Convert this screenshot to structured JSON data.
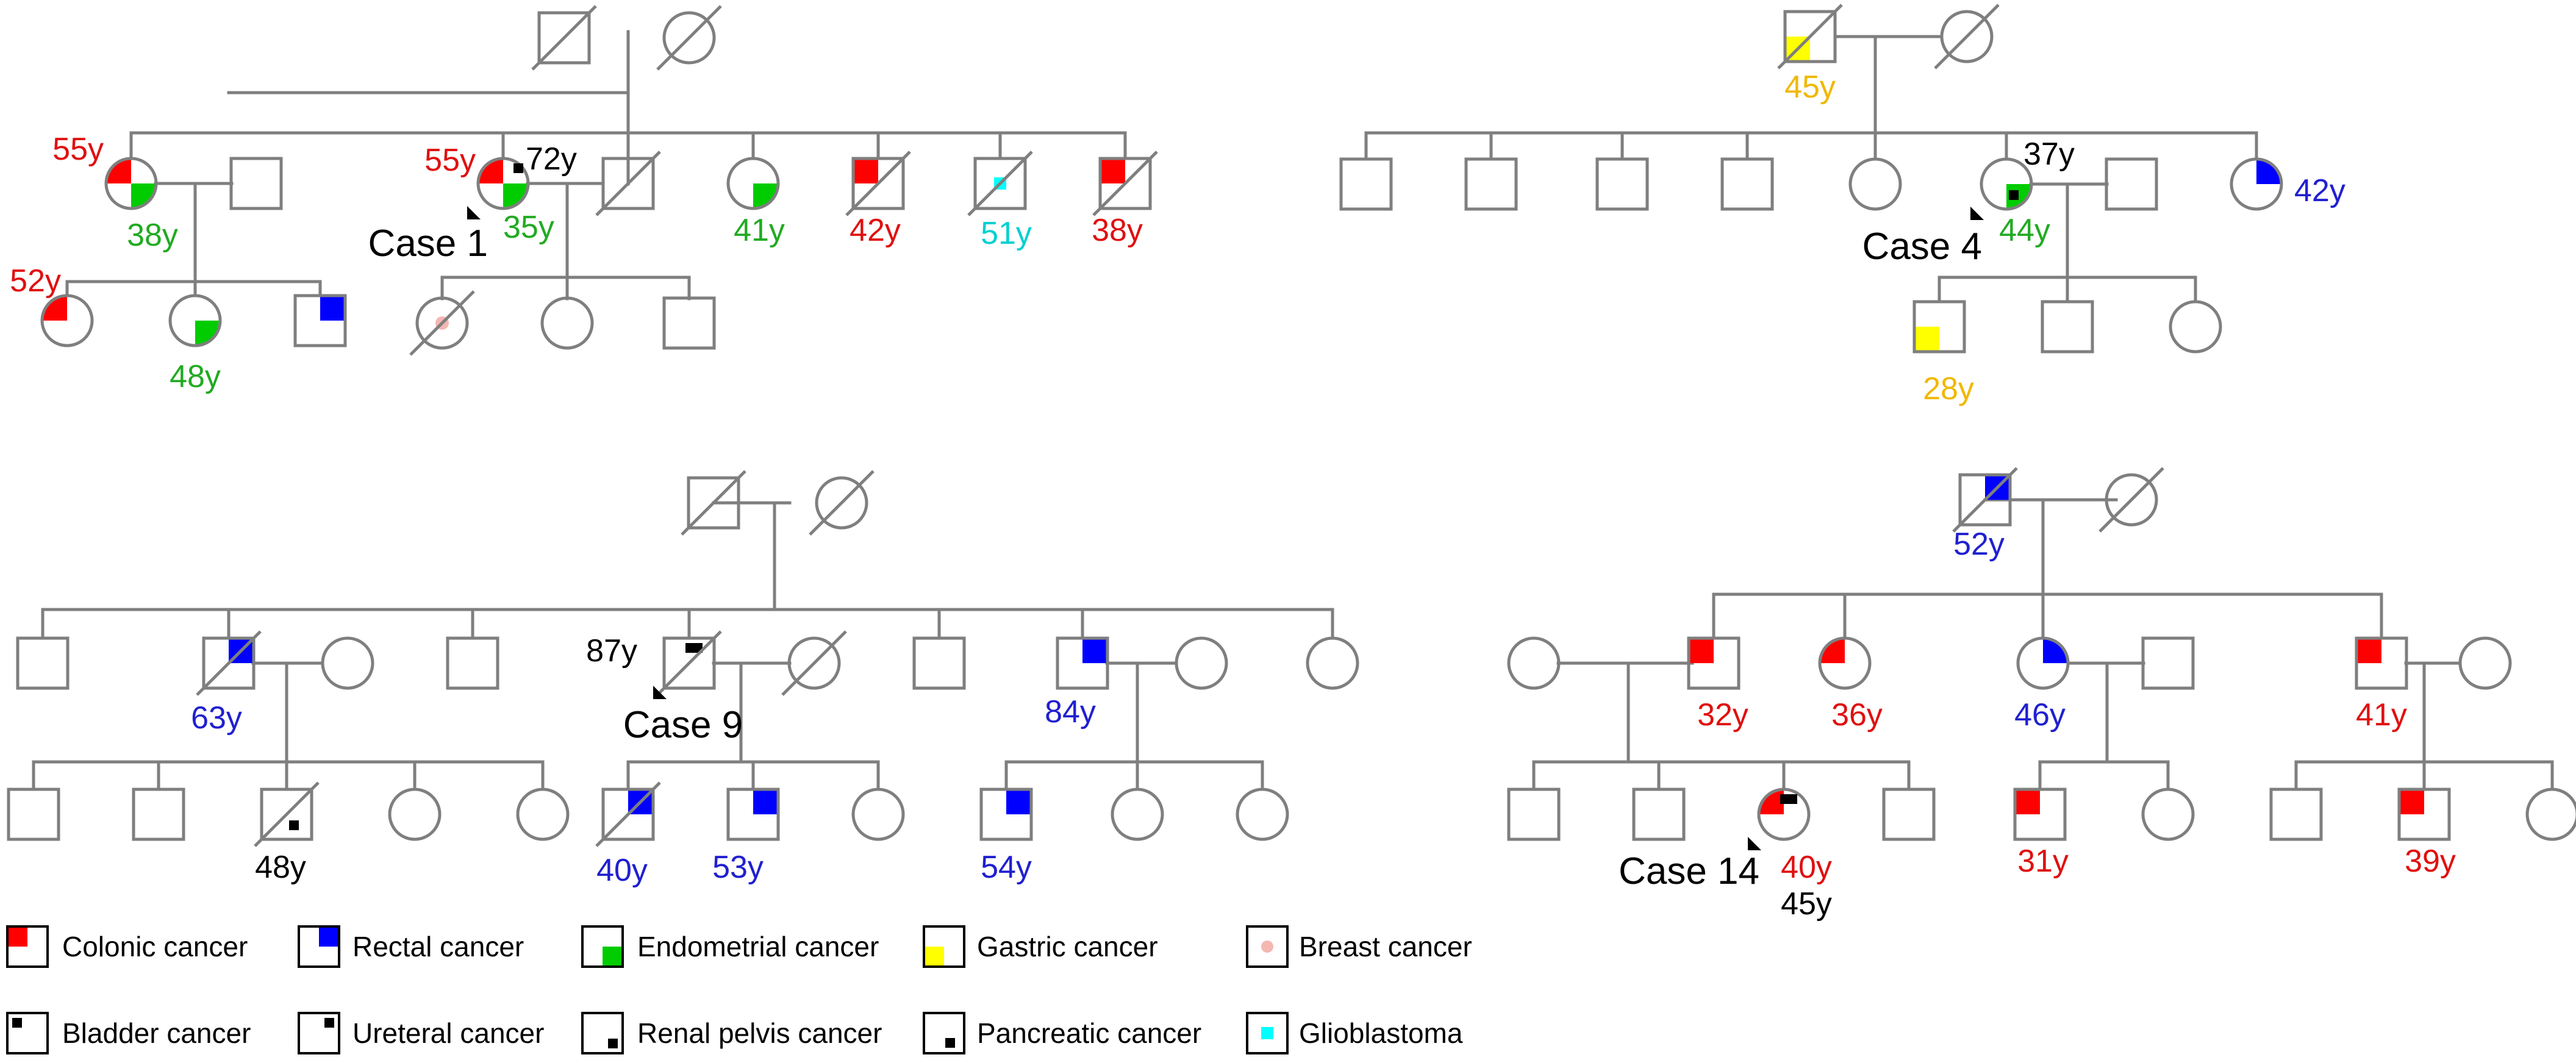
{
  "colors": {
    "line": "#7f7f7f",
    "colonic": "#ff0000",
    "rectal": "#0000ff",
    "endometrial": "#00cc00",
    "gastric": "#ffff00",
    "breast": "#f4b7b2",
    "black": "#000000",
    "glioblastoma": "#00ffff",
    "label_colonic": "#e01010",
    "label_rectal": "#2020d0",
    "label_endometrial": "#22aa22",
    "label_gastric": "#f0b800",
    "label_glioblastoma": "#00d0d0",
    "label_black": "#000000"
  },
  "cases": {
    "case1": "Case 1",
    "case4": "Case 4",
    "case9": "Case 9",
    "case14": "Case 14"
  },
  "ages": {
    "f1_mother_colonic": "55y",
    "f1_mother_endometrial": "38y",
    "f1_daughter1": "52y",
    "f1_daughter2": "48y",
    "f1_proband_colonic": "55y",
    "f1_proband_endometrial": "35y",
    "f1_proband_black": "72y",
    "f1_sister": "41y",
    "f1_brother1": "42y",
    "f1_brother2": "51y",
    "f1_brother3": "38y",
    "f2_grandfather": "45y",
    "f2_proband_black": "37y",
    "f2_proband_endometrial": "44y",
    "f2_sister": "42y",
    "f2_son": "28y",
    "f3_brother": "63y",
    "f3_nephew": "48y",
    "f3_proband": "87y",
    "f3_brother2": "84y",
    "f3_son1": "40y",
    "f3_son2": "53y",
    "f3_nephew2": "54y",
    "f4_grandfather": "52y",
    "f4_brother1": "32y",
    "f4_sister1": "36y",
    "f4_sister2": "46y",
    "f4_brother2": "41y",
    "f4_proband_colonic": "40y",
    "f4_proband_black": "45y",
    "f4_nephew1": "31y",
    "f4_nephew2": "39y"
  },
  "legend": [
    {
      "key": "colonic",
      "label": "Colonic cancer"
    },
    {
      "key": "rectal",
      "label": "Rectal cancer"
    },
    {
      "key": "endometrial",
      "label": "Endometrial cancer"
    },
    {
      "key": "gastric",
      "label": "Gastric cancer"
    },
    {
      "key": "breast",
      "label": "Breast cancer"
    },
    {
      "key": "bladder",
      "label": "Bladder cancer"
    },
    {
      "key": "ureteral",
      "label": "Ureteral cancer"
    },
    {
      "key": "renal_pelvis",
      "label": "Renal pelvis cancer"
    },
    {
      "key": "pancreatic",
      "label": "Pancreatic cancer"
    },
    {
      "key": "glioblastoma",
      "label": "Glioblastoma"
    }
  ]
}
